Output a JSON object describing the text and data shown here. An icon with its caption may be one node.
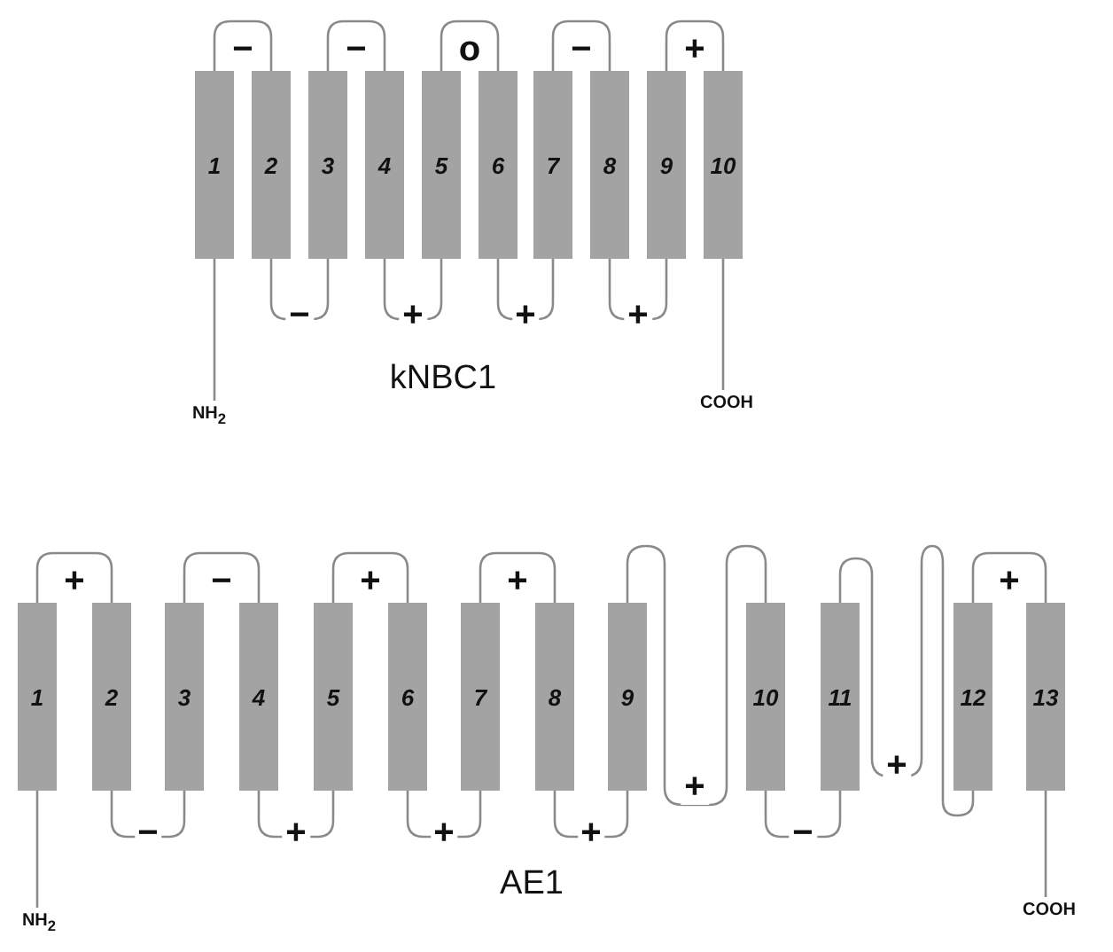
{
  "diagram": {
    "nodes": [
      {
        "text": [
          "NH$_{2}$"
        ]
      },
      {
        "text": [
          "1"
        ]
      },
      {
        "text": [
          "2"
        ]
      },
      {
        "text": [
          "3"
        ]
      },
      {
        "text": [
          "4"
        ]
      },
      {
        "text": [
          "5"
        ]
      },
      {
        "text": [
          "6"
        ]
      },
      {
        "text": [
          "7"
        ]
      },
      {
        "text": [
          "8"
        ]
      },
      {
        "text": [
          "9"
        ]
      },
      {
        "text": [
          "10"
        ]
      },
      {
        "text": [
          "COOH"
        ]
      },
      {
        "text": [
          "NH$_{2}$"
        ]
      },
      {
        "text": [
          "1"
        ]
      },
      {
        "text": [
          "2"
        ]
      },
      {
        "text": [
          "3"
        ]
      },
      {
        "text": [
          "4"
        ]
      },
      {
        "text": [
          "5"
        ]
      },
      {
        "text": [
          "6"
        ]
      },
      {
        "text": [
          "7"
        ]
      },
      {
        "text": [
          "8"
        ]
      },
      {
        "text": [
          "9"
        ]
      },
      {
        "text": [
          "10"
        ]
      },
      {
        "text": [
          "11"
        ]
      },
      {
        "text": [
          "12"
        ]
      },
      {
        "text": [
          "13"
        ]
      },
      {
        "text": [
          "COOH"
        ]
      }
    ],
    "edges": [
      {
        "from": 0,
        "to": 1,
        "arrow": "none"
      },
      {
        "from": 1,
        "to": 2,
        "arrow": "none",
        "label": "−"
      },
      {
        "from": 2,
        "to": 3,
        "arrow": "none",
        "label": "−"
      },
      {
        "from": 3,
        "to": 4,
        "arrow": "none",
        "label": "−"
      },
      {
        "from": 4,
        "to": 5,
        "arrow": "none",
        "label": "+"
      },
      {
        "from": 5,
        "to": 6,
        "arrow": "none",
        "label": "o"
      },
      {
        "from": 6,
        "to": 7,
        "arrow": "none",
        "label": "+"
      },
      {
        "from": 7,
        "to": 8,
        "arrow": "none",
        "label": "−"
      },
      {
        "from": 8,
        "to": 9,
        "arrow": "none",
        "label": "+"
      },
      {
        "from": 9,
        "to": 10,
        "arrow": "none",
        "label": "+"
      },
      {
        "from": 10,
        "to": 11,
        "arrow": "none"
      },
      {
        "from": 12,
        "to": 13,
        "arrow": "none"
      },
      {
        "from": 13,
        "to": 14,
        "arrow": "none",
        "label": "+"
      },
      {
        "from": 14,
        "to": 15,
        "arrow": "none",
        "label": "−"
      },
      {
        "from": 15,
        "to": 16,
        "arrow": "none",
        "label": "−"
      },
      {
        "from": 16,
        "to": 17,
        "arrow": "none",
        "label": "+"
      },
      {
        "from": 17,
        "to": 18,
        "arrow": "none",
        "label": "+"
      },
      {
        "from": 18,
        "to": 19,
        "arrow": "none",
        "label": "+"
      },
      {
        "from": 19,
        "to": 20,
        "arrow": "none",
        "label": "+"
      },
      {
        "from": 20,
        "to": 21,
        "arrow": "none",
        "label": "+"
      },
      {
        "from": 21,
        "to": 22,
        "arrow": "none",
        "label": "+"
      },
      {
        "from": 22,
        "to": 23,
        "arrow": "none",
        "label": "−"
      },
      {
        "from": 23,
        "to": 24,
        "arrow": "none",
        "label": "+"
      },
      {
        "from": 24,
        "to": 25,
        "arrow": "none",
        "label": "+"
      },
      {
        "from": 25,
        "to": 26,
        "arrow": "none"
      }
    ],
    "labels": [
      "kNBC1",
      "AE1"
    ]
  }
}
